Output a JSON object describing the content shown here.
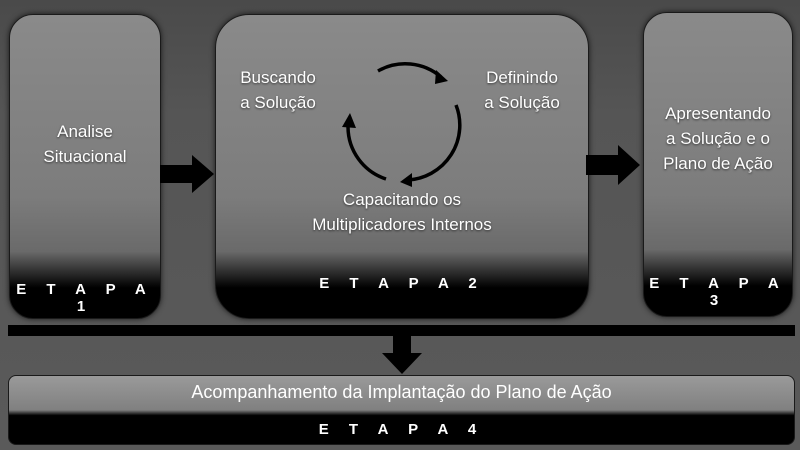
{
  "stages": [
    {
      "text": [
        "Analise",
        "Situacional"
      ],
      "label": "E T A P A   1"
    },
    {
      "label": "E T A P A   2",
      "cycle": {
        "top_left": [
          "Buscando",
          "a Solução"
        ],
        "top_right": [
          "Definindo",
          "a Solução"
        ],
        "bottom": [
          "Capacitando os",
          "Multiplicadores Internos"
        ]
      }
    },
    {
      "text": [
        "Apresentando",
        "a Solução e o",
        "Plano de Ação"
      ],
      "label": "E T A P A   3"
    },
    {
      "text": [
        "Acompanhamento da Implantação do Plano de Ação"
      ],
      "label": "E T A P A   4"
    }
  ],
  "colors": {
    "box": "#808080",
    "band": "#000000",
    "text": "#ffffff",
    "background": "#555555"
  }
}
